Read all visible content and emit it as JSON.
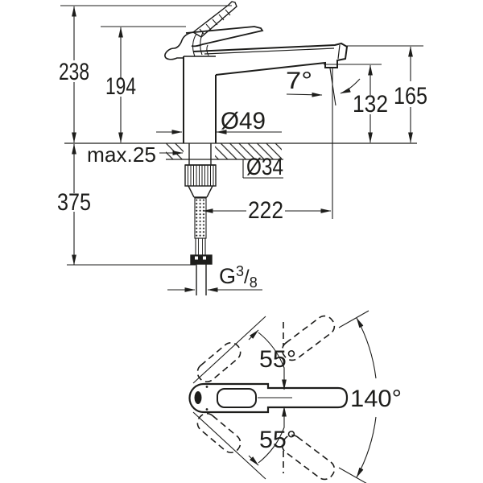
{
  "colors": {
    "line": "#1d1d1b",
    "background": "#ffffff"
  },
  "side_view": {
    "labels": {
      "total_height": "238",
      "lever_height": "194",
      "spout_top_height": "165",
      "outlet_height": "132",
      "outlet_angle": "7°",
      "body_diameter": "Ø49",
      "counter_thickness": "max.25",
      "hole_diameter": "Ø34",
      "under_counter_depth": "375",
      "spout_reach": "222",
      "thread_g": "G",
      "thread_numerator": "3",
      "thread_slash": "/",
      "thread_denominator": "8"
    }
  },
  "top_view": {
    "labels": {
      "swing_upper": "55°",
      "swing_lower": "55°",
      "swivel_total": "140°"
    }
  }
}
